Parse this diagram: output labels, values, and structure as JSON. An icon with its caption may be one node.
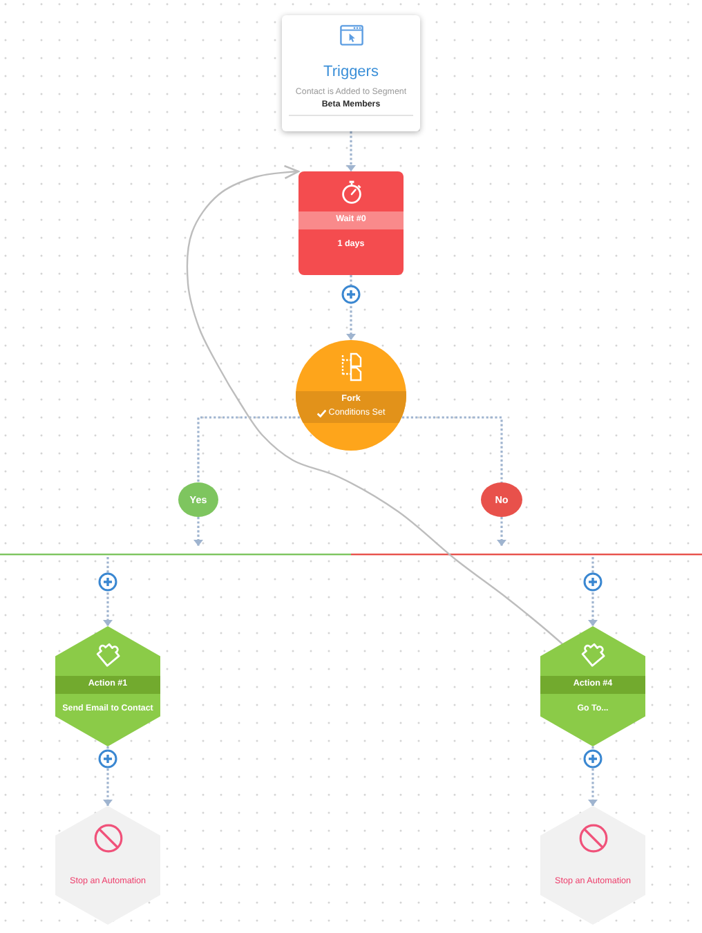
{
  "diagram": {
    "nodes": [
      {
        "text": [
          "Triggers",
          "Contact is Added to Segment",
          "Beta Members"
        ]
      },
      {
        "text": [
          "Wait #0",
          "1 days"
        ]
      },
      {
        "text": [
          "Fork",
          "Conditions Set"
        ]
      },
      {
        "text": [
          "Yes"
        ]
      },
      {
        "text": [
          "No"
        ]
      },
      {
        "text": [
          "Action #1",
          "Send Email to Contact"
        ]
      },
      {
        "text": [
          "Action #4",
          "Go To..."
        ]
      },
      {
        "text": [
          "Stop an Automation"
        ]
      },
      {
        "text": [
          "Stop an Automation"
        ]
      }
    ],
    "edges": [
      {
        "from": 0,
        "to": 1,
        "arrow": "to",
        "style": "dashed"
      },
      {
        "from": 1,
        "to": 2,
        "arrow": "to",
        "style": "dashed"
      },
      {
        "from": 2,
        "to": 3,
        "arrow": "none",
        "style": "dashed"
      },
      {
        "from": 2,
        "to": 4,
        "arrow": "none",
        "style": "dashed"
      },
      {
        "from": 3,
        "to": null,
        "arrow": "to",
        "style": "dashed"
      },
      {
        "from": 4,
        "to": null,
        "arrow": "to",
        "style": "dashed"
      },
      {
        "from": null,
        "to": 5,
        "arrow": "to",
        "style": "dashed"
      },
      {
        "from": null,
        "to": 6,
        "arrow": "to",
        "style": "dashed"
      },
      {
        "from": 5,
        "to": 7,
        "arrow": "to",
        "style": "dashed"
      },
      {
        "from": 6,
        "to": 8,
        "arrow": "to",
        "style": "dashed"
      },
      {
        "from": 6,
        "to": 1,
        "arrow": "to",
        "color": "#bdbdbd"
      }
    ]
  }
}
